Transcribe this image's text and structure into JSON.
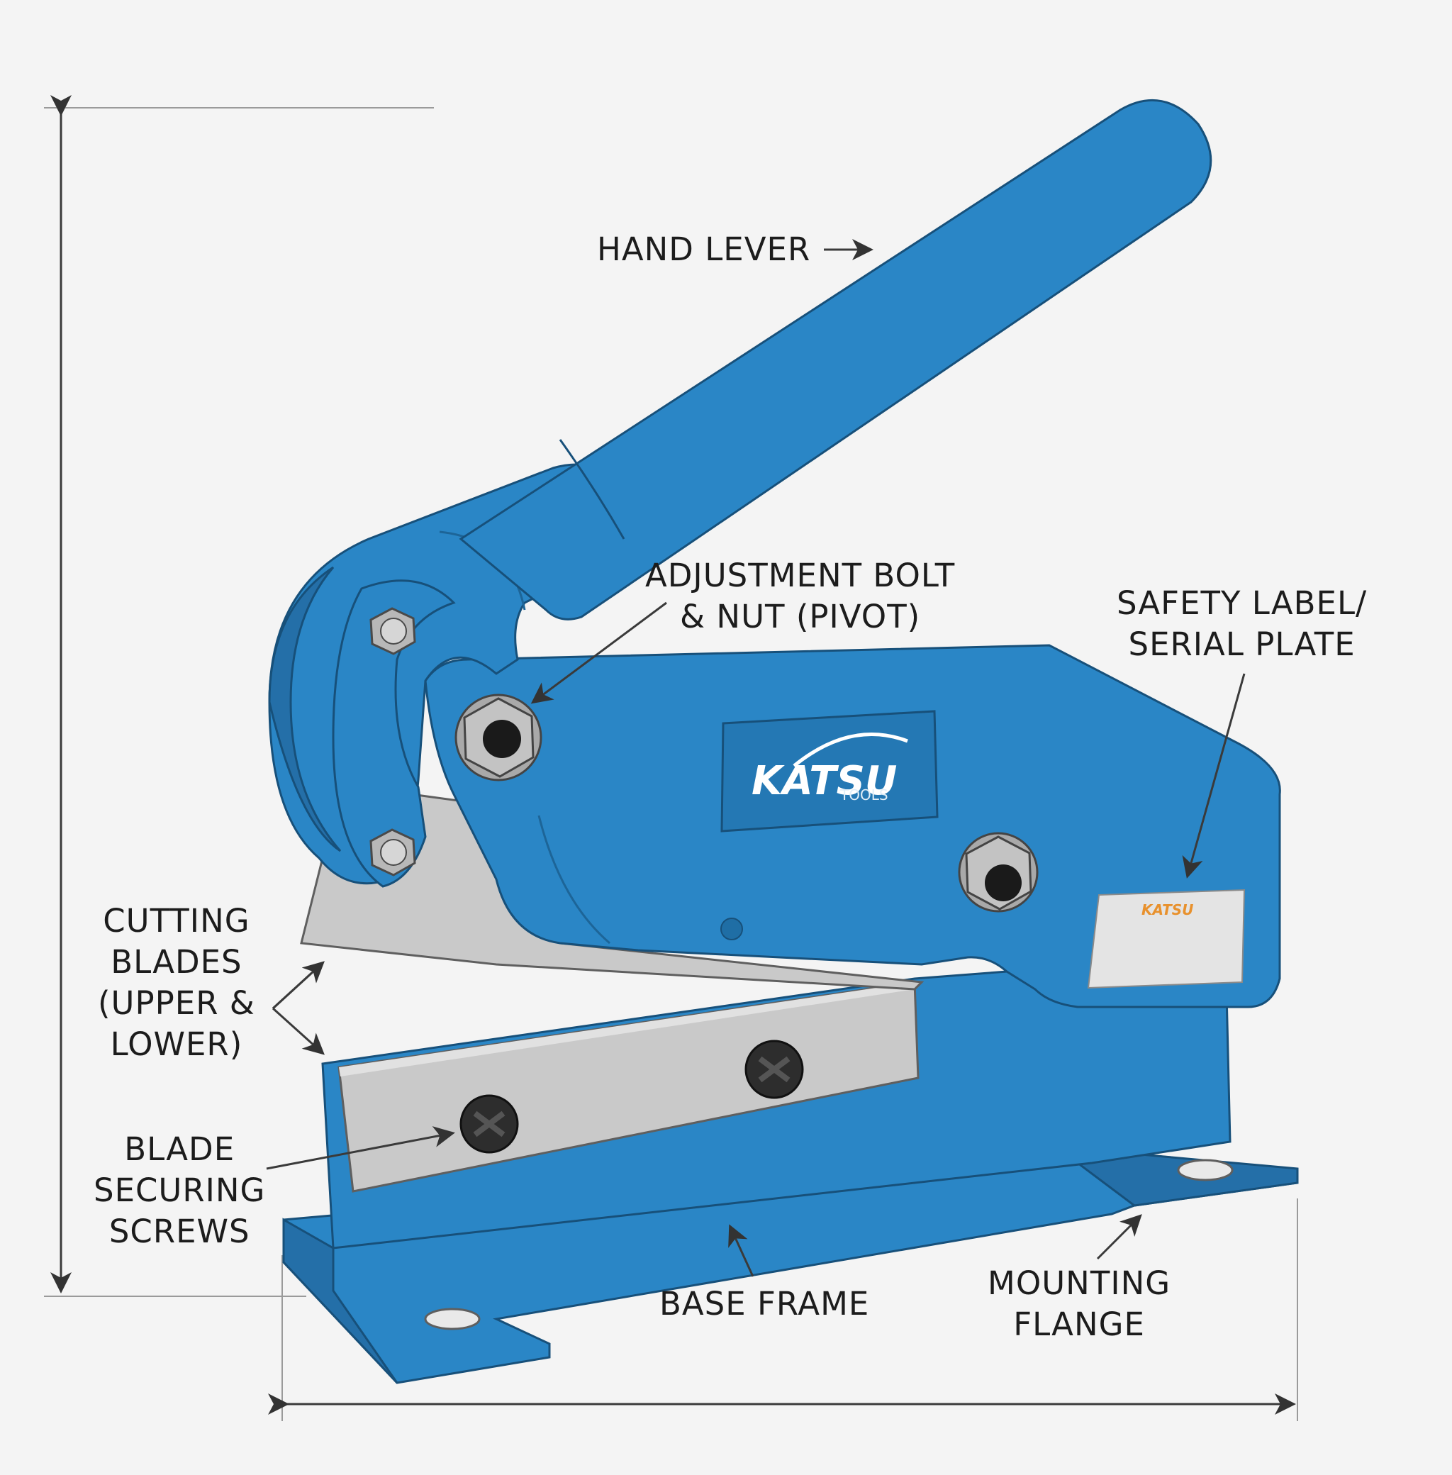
{
  "labels": {
    "hand_lever": "HAND LEVER",
    "adjustment_bolt": [
      "ADJUSTMENT BOLT",
      "& NUT (PIVOT)"
    ],
    "safety_label": [
      "SAFETY LABEL/",
      "SERIAL PLATE"
    ],
    "cutting_blades": [
      "CUTTING",
      "BLADES",
      "(UPPER &",
      "LOWER)"
    ],
    "blade_screws": [
      "BLADE",
      "SECURING",
      "SCREWS"
    ],
    "base_frame": "BASE FRAME",
    "mounting_flange": [
      "MOUNTING",
      "FLANGE"
    ]
  },
  "brand": {
    "logo_text": "KATSU",
    "logo_subtext": "TOOLS",
    "plate_text": "KATSU"
  },
  "colors": {
    "body_blue": "#2a86c6",
    "outline": "#17507a",
    "blade_steel": "#c9c9c9",
    "label_text": "#1c1c1c",
    "plate_logo": "#e8912d"
  }
}
